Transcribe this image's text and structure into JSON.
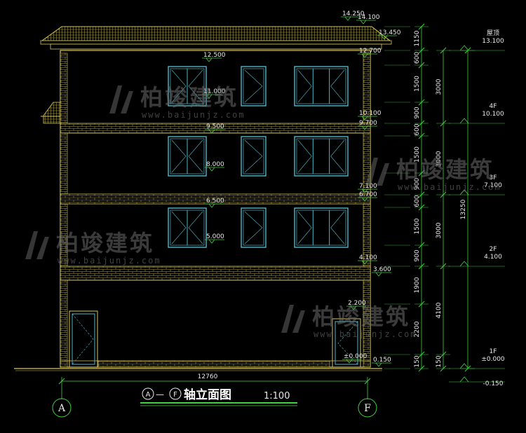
{
  "title": {
    "axis_start": "A",
    "axis_end": "F",
    "dash": "—",
    "text": "轴立面图",
    "scale": "1:100"
  },
  "axis_bubbles": {
    "left": "A",
    "right": "F"
  },
  "overall_width": "12760",
  "watermark": {
    "cn": "柏竣建筑",
    "url": "www.baijunjz.com"
  },
  "elevation_labels": [
    "14.250",
    "14.100",
    "13.450",
    "12.500",
    "12.700",
    "11.000",
    "10.100",
    "9.700",
    "9.500",
    "8.000",
    "7.100",
    "6.700",
    "6.500",
    "5.000",
    "4.100",
    "3.600",
    "2.200",
    "±0.000",
    "0.150"
  ],
  "vertical_dims_inner": [
    "1150",
    "600",
    "1500",
    "900",
    "600",
    "1500",
    "900",
    "600",
    "1500",
    "900",
    "1900",
    "2200",
    "150"
  ],
  "vertical_dims_middle": [
    "3000",
    "3000",
    "3000",
    "4100",
    "150"
  ],
  "vertical_dim_total": "13250",
  "floors": [
    {
      "name": "屋顶",
      "elev": "13.100"
    },
    {
      "name": "4F",
      "elev": "10.100"
    },
    {
      "name": "3F",
      "elev": "7.100"
    },
    {
      "name": "2F",
      "elev": "4.100"
    },
    {
      "name": "1F",
      "elev": "±0.000"
    },
    {
      "name": "",
      "elev": "-0.150"
    }
  ],
  "colors": {
    "facade": "#d8c85a",
    "window": "#4fb6c8",
    "dim": "#43d043",
    "text": "#e8e8e8"
  }
}
